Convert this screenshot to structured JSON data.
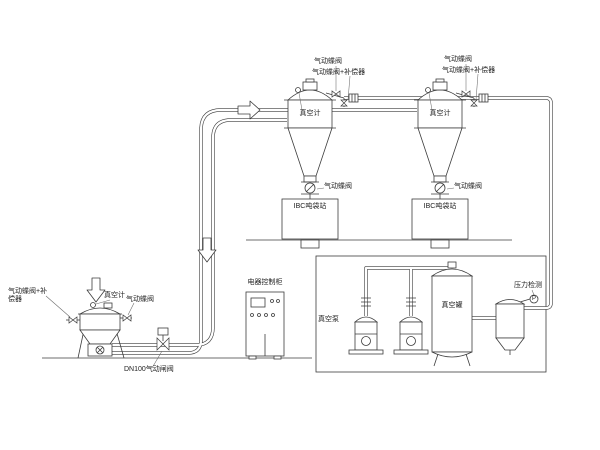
{
  "diagram": {
    "feeder_station": {
      "valve_compensator_label": "气动蝶阀+补偿器",
      "vacuum_gauge_label": "真空计",
      "butterfly_valve_label": "气动蝶阀",
      "gate_valve_label": "DN100气动闸阀"
    },
    "receiver_a": {
      "top_valve_label": "气动蝶阀",
      "top_valve_compensator_label": "气动蝶阀+补偿器",
      "vacuum_gauge_label": "真空计",
      "discharge_valve_label": "气动蝶阀",
      "stand_label": "IBC吨袋站"
    },
    "receiver_b": {
      "top_valve_label": "气动蝶阀",
      "top_valve_compensator_label": "气动蝶阀+补偿器",
      "vacuum_gauge_label": "真空计",
      "discharge_valve_label": "气动蝶阀",
      "stand_label": "IBC吨袋站"
    },
    "control_cabinet": {
      "label": "电器控制柜"
    },
    "pump_room": {
      "vacuum_pump_label": "真空泵",
      "vacuum_tank_label": "真空罐",
      "pressure_detection_label": "压力检测",
      "pressure_gauge_symbol": "P"
    }
  }
}
